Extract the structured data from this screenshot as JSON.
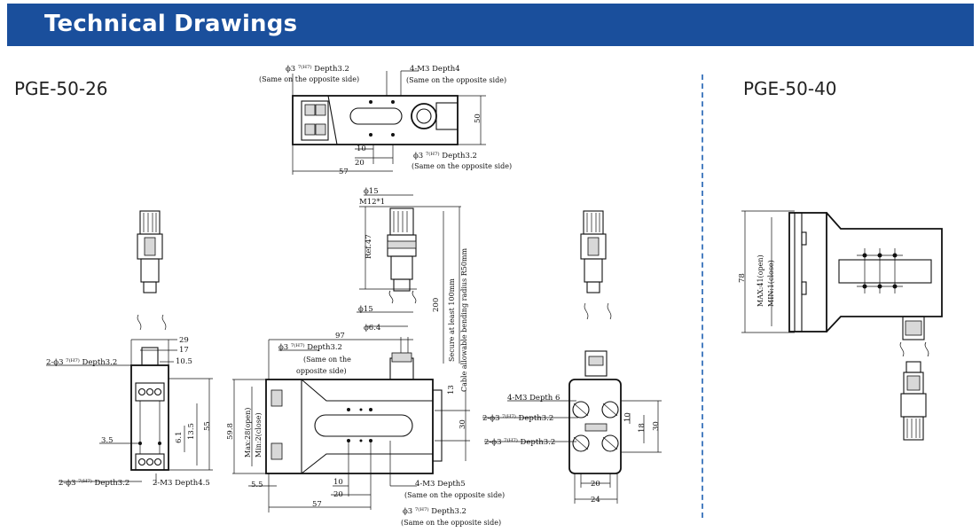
{
  "header": {
    "title": "Technical Drawings",
    "background": "#1a4f9c"
  },
  "models": {
    "left": "PGE-50-26",
    "right": "PGE-50-40"
  },
  "annotations": {
    "top": {
      "hole_left": "ϕ3 ⁷⁽ᴴ⁷⁾ Depth3.2",
      "hole_left_note": "(Same on the opposite side)",
      "thread": "4-M3 Depth4",
      "thread_note": "(Same on the opposite side)",
      "dim_h": "50",
      "dim_10": "10",
      "dim_20": "20",
      "dim_57": "57",
      "hole_bottom": "ϕ3 ⁷⁽ᴴ⁷⁾ Depth3.2",
      "hole_bottom_note": "(Same on the opposite side)"
    },
    "connector": {
      "d15": "ϕ15",
      "m12": "M12*1",
      "ref47": "Ref.47",
      "d15b": "ϕ15",
      "d64": "ϕ6.4",
      "cable1": "Secure at least 100mm",
      "cable2": "Cable allowable bending radius R50mm",
      "l200": "200"
    },
    "front": {
      "hole_note": "ϕ3 ⁷⁽ᴴ⁷⁾ Depth3.2",
      "hole_note_b": "(Same on the",
      "hole_note_c": "opposite side)",
      "d97": "97",
      "open": "Max:28(open)",
      "close": "Min:2(close)",
      "d598": "59.8",
      "thread": "4-M3 Depth5",
      "thread_note": "(Same on the opposite side)",
      "hole_bottom": "ϕ3 ⁷⁽ᴴ⁷⁾ Depth3.2",
      "hole_bottom_note": "(Same on the opposite side)",
      "d55": "5.5",
      "d10": "10",
      "d20": "20",
      "d57": "57",
      "d13": "13",
      "d30": "30"
    },
    "left": {
      "d29": "29",
      "d17": "17",
      "d105": "10.5",
      "hole": "2-ϕ3 ⁷⁽ᴴ⁷⁾ Depth3.2",
      "d35": "3.5",
      "d61": "6.1",
      "d135": "13.5",
      "d55": "55",
      "hole_bottom": "2-ϕ3 ⁷⁽ᴴ⁷⁾ Depth3.2",
      "m3": "2-M3 Depth4.5"
    },
    "right": {
      "thread": "4-M3 Depth 6",
      "hole1": "2-ϕ3 ⁷⁽ᴴ⁷⁾ Depth3.2",
      "hole2": "2-ϕ3 ⁷⁽ᴴ⁷⁾ Depth3.2",
      "d10": "10",
      "d18": "18",
      "d30": "30",
      "d20": "20",
      "d24": "24"
    },
    "pge40": {
      "d78": "78",
      "open": "MAX:41(open)",
      "close": "MIN:1(close)"
    }
  }
}
